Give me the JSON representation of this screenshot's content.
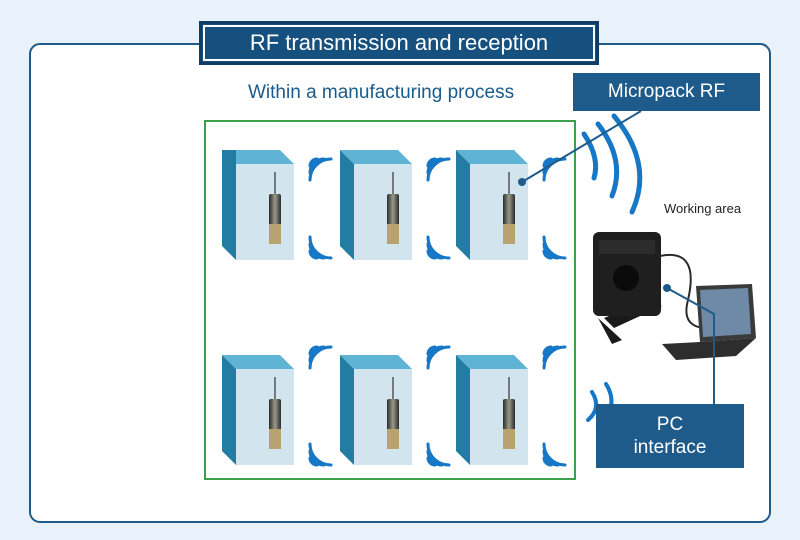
{
  "title": "RF transmission and reception",
  "subtitle": "Within a manufacturing process",
  "labels": {
    "micropack": "Micropack RF",
    "working_area": "Working area",
    "pc_interface_line1": "PC",
    "pc_interface_line2": "interface"
  },
  "colors": {
    "background": "#e9f2fa",
    "frame": "#1e5b8a",
    "title_bg": "#16507f",
    "enclosure": "#2e8fb5",
    "wave": "#1577c6",
    "process_border": "#3aa04a"
  }
}
